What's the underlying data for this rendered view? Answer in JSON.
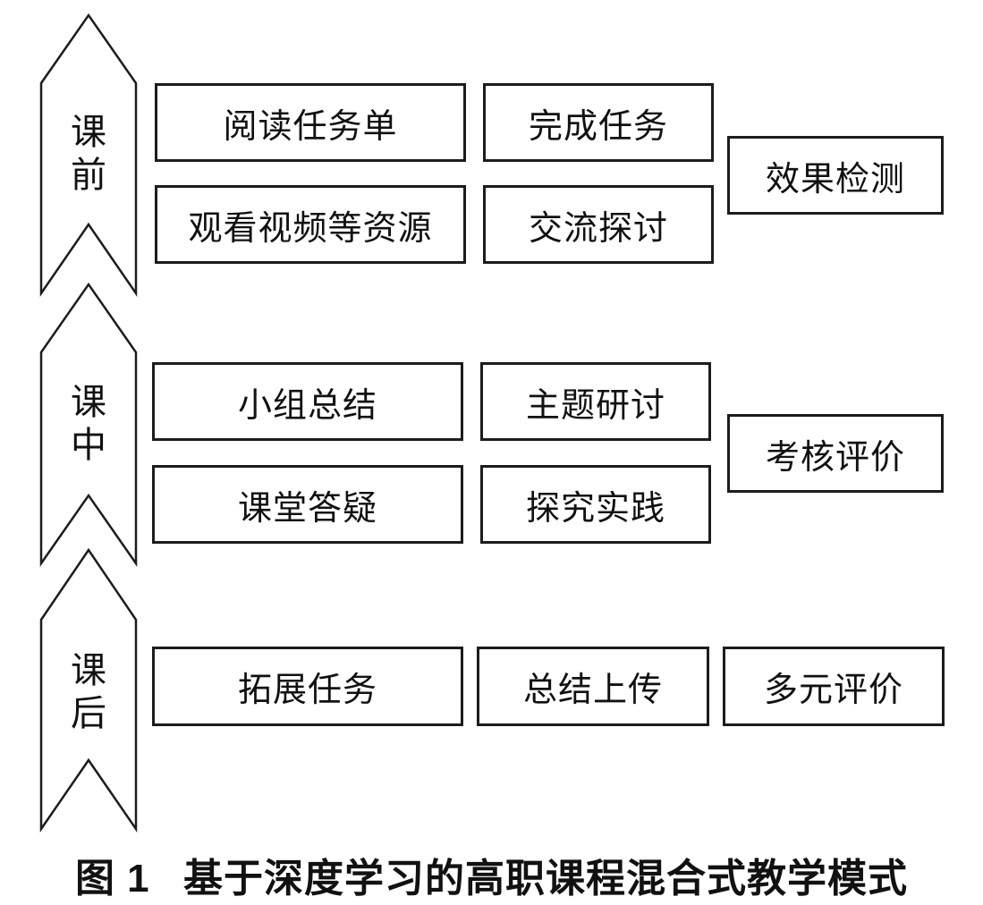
{
  "figure_caption": {
    "index": "图 1",
    "title": "基于深度学习的高职课程混合式教学模式"
  },
  "phases": [
    {
      "label": "课前",
      "activities": [
        "阅读任务单",
        "完成任务",
        "观看视频等资源",
        "交流探讨"
      ],
      "outcome": "效果检测"
    },
    {
      "label": "课中",
      "activities": [
        "小组总结",
        "主题研讨",
        "课堂答疑",
        "探究实践"
      ],
      "outcome": "考核评价"
    },
    {
      "label": "课后",
      "activities": [
        "拓展任务",
        "总结上传"
      ],
      "outcome": "多元评价"
    }
  ],
  "colors": {
    "line": "#1c1c1c",
    "text": "#111111",
    "background": "#ffffff"
  }
}
